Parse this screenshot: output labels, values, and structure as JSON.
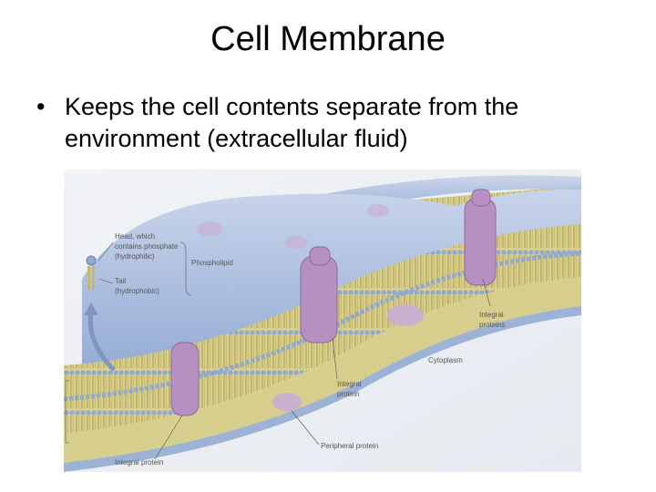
{
  "slide": {
    "title": "Cell Membrane",
    "bullet_symbol": "•",
    "bullet_text": "Keeps the cell contents separate from the environment (extracellular fluid)"
  },
  "figure": {
    "labels": {
      "head_line1": "Head, which",
      "head_line2": "contains phosphate",
      "head_line3": "(hydrophilic)",
      "tail_line1": "Tail",
      "tail_line2": "(hydrophobic)",
      "phospholipid": "Phospholipid",
      "integral_proteins_line1": "Integral",
      "integral_proteins_line2": "proteins",
      "cytoplasm": "Cytoplasm",
      "integral_protein_mid_line1": "Integral",
      "integral_protein_mid_line2": "protein",
      "peripheral_protein": "Peripheral protein",
      "integral_protein_bottom": "Integral protein"
    }
  }
}
